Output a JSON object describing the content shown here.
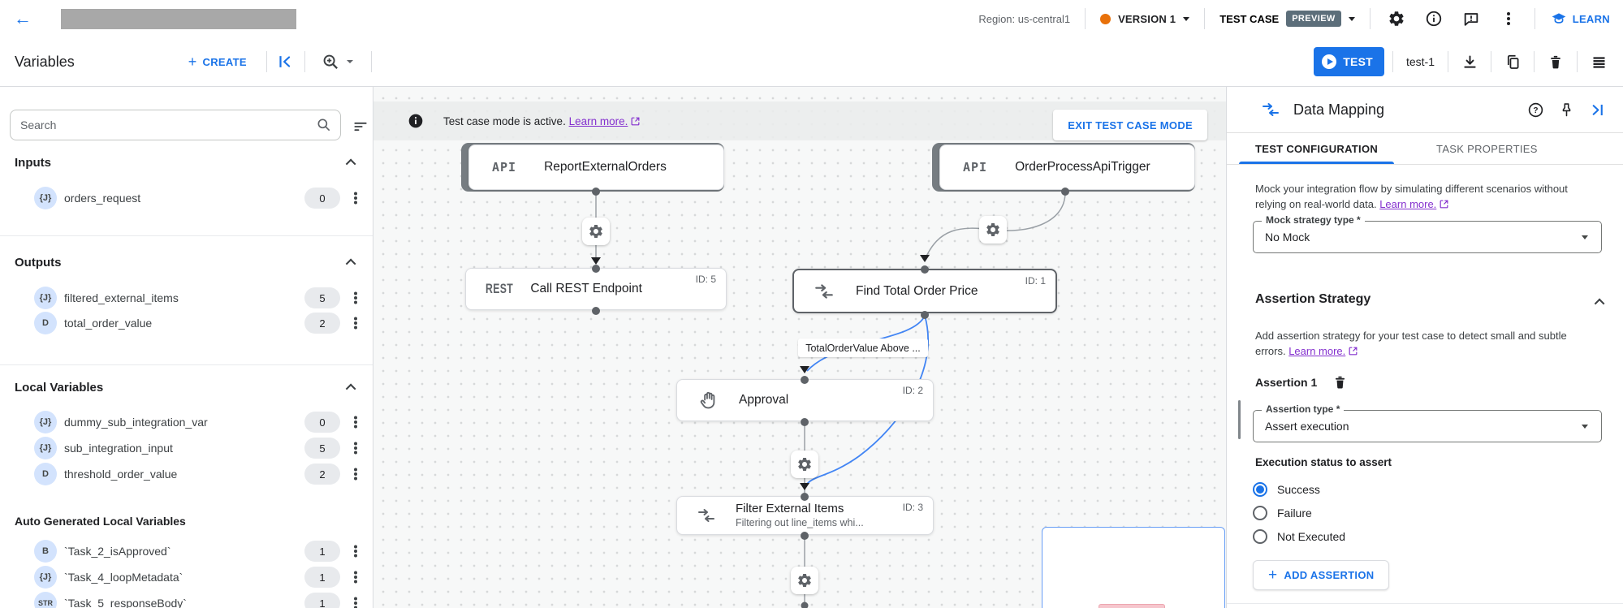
{
  "header": {
    "region": "Region: us-central1",
    "version": "VERSION 1",
    "test_case": "TEST CASE",
    "preview": "PREVIEW",
    "learn": "LEARN"
  },
  "toolbar": {
    "title": "Variables",
    "create": "CREATE",
    "test": "TEST",
    "test_case_name": "test-1"
  },
  "sidebar": {
    "search_placeholder": "Search",
    "sections": [
      {
        "title": "Inputs",
        "items": [
          {
            "type": "{J}",
            "name": "orders_request",
            "count": "0"
          }
        ]
      },
      {
        "title": "Outputs",
        "items": [
          {
            "type": "{J}",
            "name": "filtered_external_items",
            "count": "5"
          },
          {
            "type": "D",
            "name": "total_order_value",
            "count": "2"
          }
        ]
      },
      {
        "title": "Local Variables",
        "items": [
          {
            "type": "{J}",
            "name": "dummy_sub_integration_var",
            "count": "0"
          },
          {
            "type": "{J}",
            "name": "sub_integration_input",
            "count": "5"
          },
          {
            "type": "D",
            "name": "threshold_order_value",
            "count": "2"
          }
        ]
      },
      {
        "title": "Auto Generated Local Variables",
        "items": [
          {
            "type": "B",
            "name": "`Task_2_isApproved`",
            "count": "1"
          },
          {
            "type": "{J}",
            "name": "`Task_4_loopMetadata`",
            "count": "1"
          },
          {
            "type": "STR",
            "name": "`Task_5_responseBody`",
            "count": "1"
          }
        ]
      }
    ]
  },
  "canvas": {
    "banner": {
      "message": "Test case mode is active.",
      "learn_more": "Learn more.",
      "exit_button": "EXIT TEST CASE MODE"
    },
    "nodes": {
      "report": {
        "tag": "API",
        "title": "ReportExternalOrders"
      },
      "trigger": {
        "tag": "API",
        "title": "OrderProcessApiTrigger"
      },
      "rest": {
        "tag": "REST",
        "title": "Call REST Endpoint",
        "id": "ID: 5"
      },
      "find_total": {
        "title": "Find Total Order Price",
        "id": "ID: 1"
      },
      "approval": {
        "title": "Approval",
        "id": "ID: 2"
      },
      "filter": {
        "title": "Filter External Items",
        "subtitle": "Filtering out line_items whi...",
        "id": "ID: 3"
      }
    },
    "edge_label": "TotalOrderValue Above ..."
  },
  "panel": {
    "title": "Data Mapping",
    "tabs": [
      {
        "label": "TEST CONFIGURATION"
      },
      {
        "label": "TASK PROPERTIES"
      }
    ],
    "mock": {
      "description": "Mock your integration flow by simulating different scenarios without relying on real-world data.",
      "learn_more": "Learn more.",
      "field_label": "Mock strategy type *",
      "field_value": "No Mock"
    },
    "assertion": {
      "heading": "Assertion Strategy",
      "description": "Add assertion strategy for your test case to detect small and subtle errors.",
      "learn_more": "Learn more.",
      "item_label": "Assertion 1",
      "type_label": "Assertion type *",
      "type_value": "Assert execution",
      "status_label": "Execution status to assert",
      "options": [
        {
          "label": "Success",
          "selected": true
        },
        {
          "label": "Failure",
          "selected": false
        },
        {
          "label": "Not Executed",
          "selected": false
        }
      ],
      "add_button": "ADD ASSERTION"
    }
  },
  "colors": {
    "accent_blue": "#1a73e8",
    "link_purple": "#8430ce",
    "version_dot": "#e8710a",
    "preview_badge_bg": "#5c6e7a",
    "edge_blue": "#4285f4",
    "selected_node_border": "#5f6368"
  }
}
